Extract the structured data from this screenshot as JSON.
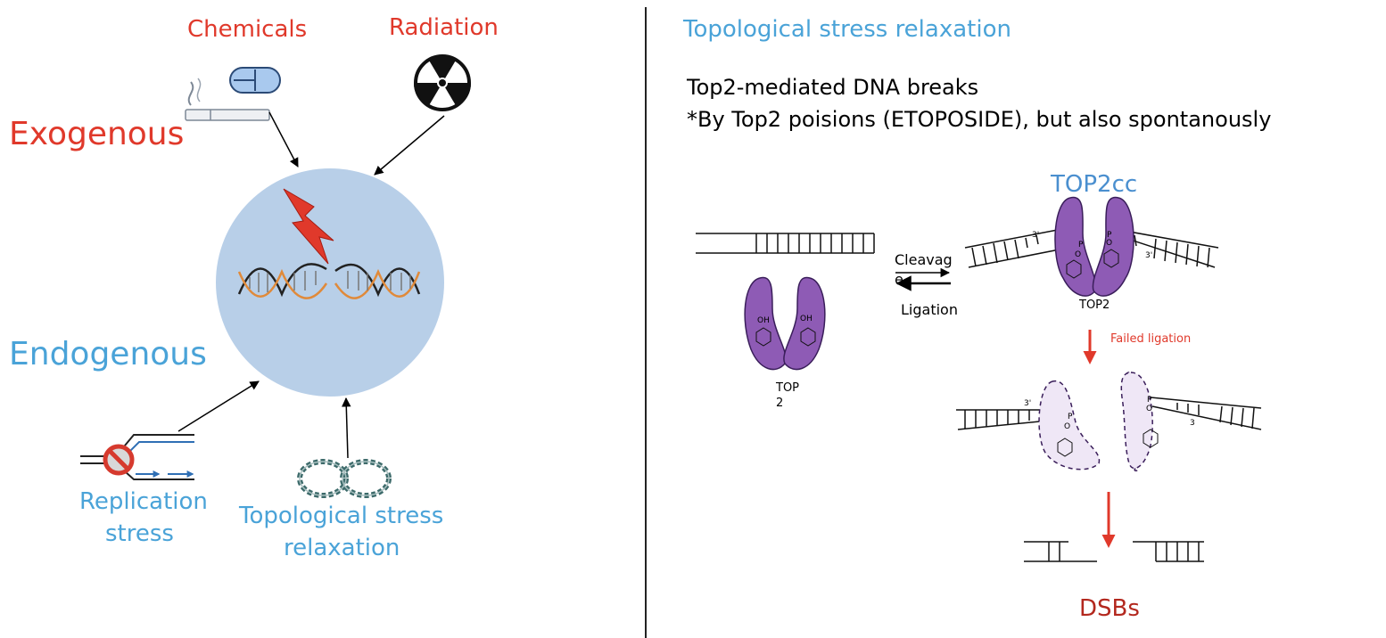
{
  "colors": {
    "red": "#e0392b",
    "blue": "#4aa3d8",
    "cell": "#b8cfe8",
    "purple": "#8e5bb5",
    "purple_light": "#efe7f6",
    "dark_red": "#b3281e",
    "arrow_red": "#e0392b"
  },
  "left_panel": {
    "chemicals": "Chemicals",
    "radiation": "Radiation",
    "exogenous": "Exogenous",
    "endogenous": "Endogenous",
    "replication_stress_line1": "Replication",
    "replication_stress_line2": "stress",
    "topo_line1": "Topological stress",
    "topo_line2": "relaxation"
  },
  "right_panel": {
    "title": "Topological stress relaxation",
    "line1": "Top2-mediated DNA breaks",
    "line2": "*By Top2 poisions (ETOPOSIDE), but also spontanously",
    "top2cc": "TOP2cc",
    "cleavage_line1": "Cleavag",
    "cleavage_line2": "e",
    "ligation": "Ligation",
    "top2_left_line1": "TOP",
    "top2_left_line2": "2",
    "top2_right": "TOP2",
    "failed_ligation": "Failed ligation",
    "dsbs": "DSBs",
    "mark_3prime": "3'",
    "mark_3": "3",
    "mark_p": "P",
    "mark_o": "O",
    "mark_oh": "OH"
  }
}
